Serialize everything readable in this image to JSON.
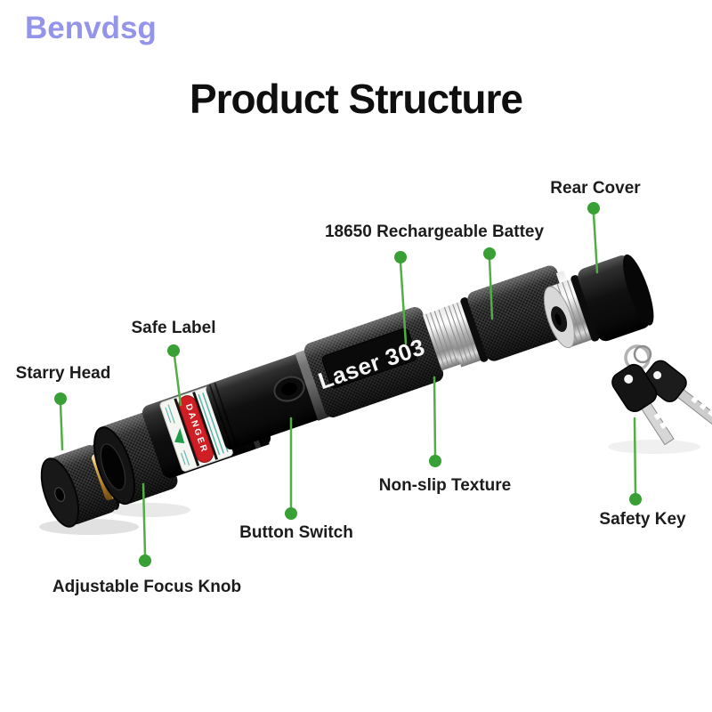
{
  "page": {
    "background": "#ffffff",
    "title_text": "Product Structure"
  },
  "watermark": {
    "text": "Benvdsg",
    "color": "#9494ea"
  },
  "colors": {
    "callout_line_green": "#52ad46",
    "callout_dot_green": "#38a035",
    "danger_red": "#cf1f24",
    "brass_gold": "#c89b3c",
    "title_black": "#0f0f0f"
  },
  "product": {
    "name_plate": "Laser 303",
    "danger_label_text": "DANGER"
  },
  "callouts": [
    {
      "label": "Rear Cover",
      "position": "above"
    },
    {
      "label": "18650 Rechargeable Battey",
      "position": "above"
    },
    {
      "label": "Safe Label",
      "position": "above"
    },
    {
      "label": "Starry Head",
      "position": "above"
    },
    {
      "label": "Non-slip Texture",
      "position": "below"
    },
    {
      "label": "Button Switch",
      "position": "below"
    },
    {
      "label": "Safety Key",
      "position": "below"
    },
    {
      "label": "Adjustable Focus Knob",
      "position": "below"
    }
  ]
}
